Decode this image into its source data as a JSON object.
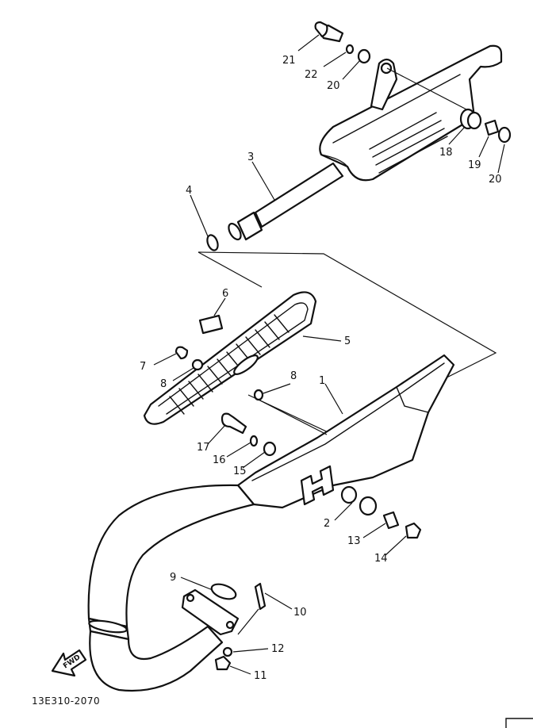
{
  "callouts": [
    {
      "id": "c21",
      "text": "21"
    },
    {
      "id": "c22",
      "text": "22"
    },
    {
      "id": "c20a",
      "text": "20"
    },
    {
      "id": "c3",
      "text": "3"
    },
    {
      "id": "c18",
      "text": "18"
    },
    {
      "id": "c19",
      "text": "19"
    },
    {
      "id": "c20b",
      "text": "20"
    },
    {
      "id": "c4",
      "text": "4"
    },
    {
      "id": "c6",
      "text": "6"
    },
    {
      "id": "c5",
      "text": "5"
    },
    {
      "id": "c7",
      "text": "7"
    },
    {
      "id": "c8a",
      "text": "8"
    },
    {
      "id": "c8b",
      "text": "8"
    },
    {
      "id": "c1",
      "text": "1"
    },
    {
      "id": "c17",
      "text": "17"
    },
    {
      "id": "c16",
      "text": "16"
    },
    {
      "id": "c15",
      "text": "15"
    },
    {
      "id": "c2",
      "text": "2"
    },
    {
      "id": "c13",
      "text": "13"
    },
    {
      "id": "c14",
      "text": "14"
    },
    {
      "id": "c9",
      "text": "9"
    },
    {
      "id": "c10",
      "text": "10"
    },
    {
      "id": "c12",
      "text": "12"
    },
    {
      "id": "c11",
      "text": "11"
    }
  ],
  "fwd_label": "FWD",
  "drawing_code": "13E310-2070"
}
